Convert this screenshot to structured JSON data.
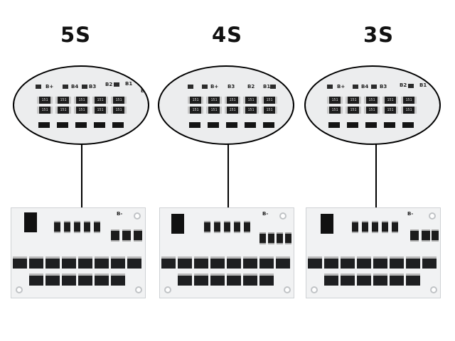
{
  "panels": [
    {
      "title": "5S",
      "zoom_labels": [
        "B+",
        "B4",
        "B3",
        "B2",
        "B1",
        "B"
      ],
      "board_label": "B-"
    },
    {
      "title": "4S",
      "zoom_labels": [
        "B+",
        "B3",
        "B2",
        "B1"
      ],
      "board_label": "B-"
    },
    {
      "title": "3S",
      "zoom_labels": [
        "B+",
        "B4",
        "B3",
        "B2",
        "B1"
      ],
      "board_label": "B-"
    }
  ],
  "resistor_code": "151"
}
